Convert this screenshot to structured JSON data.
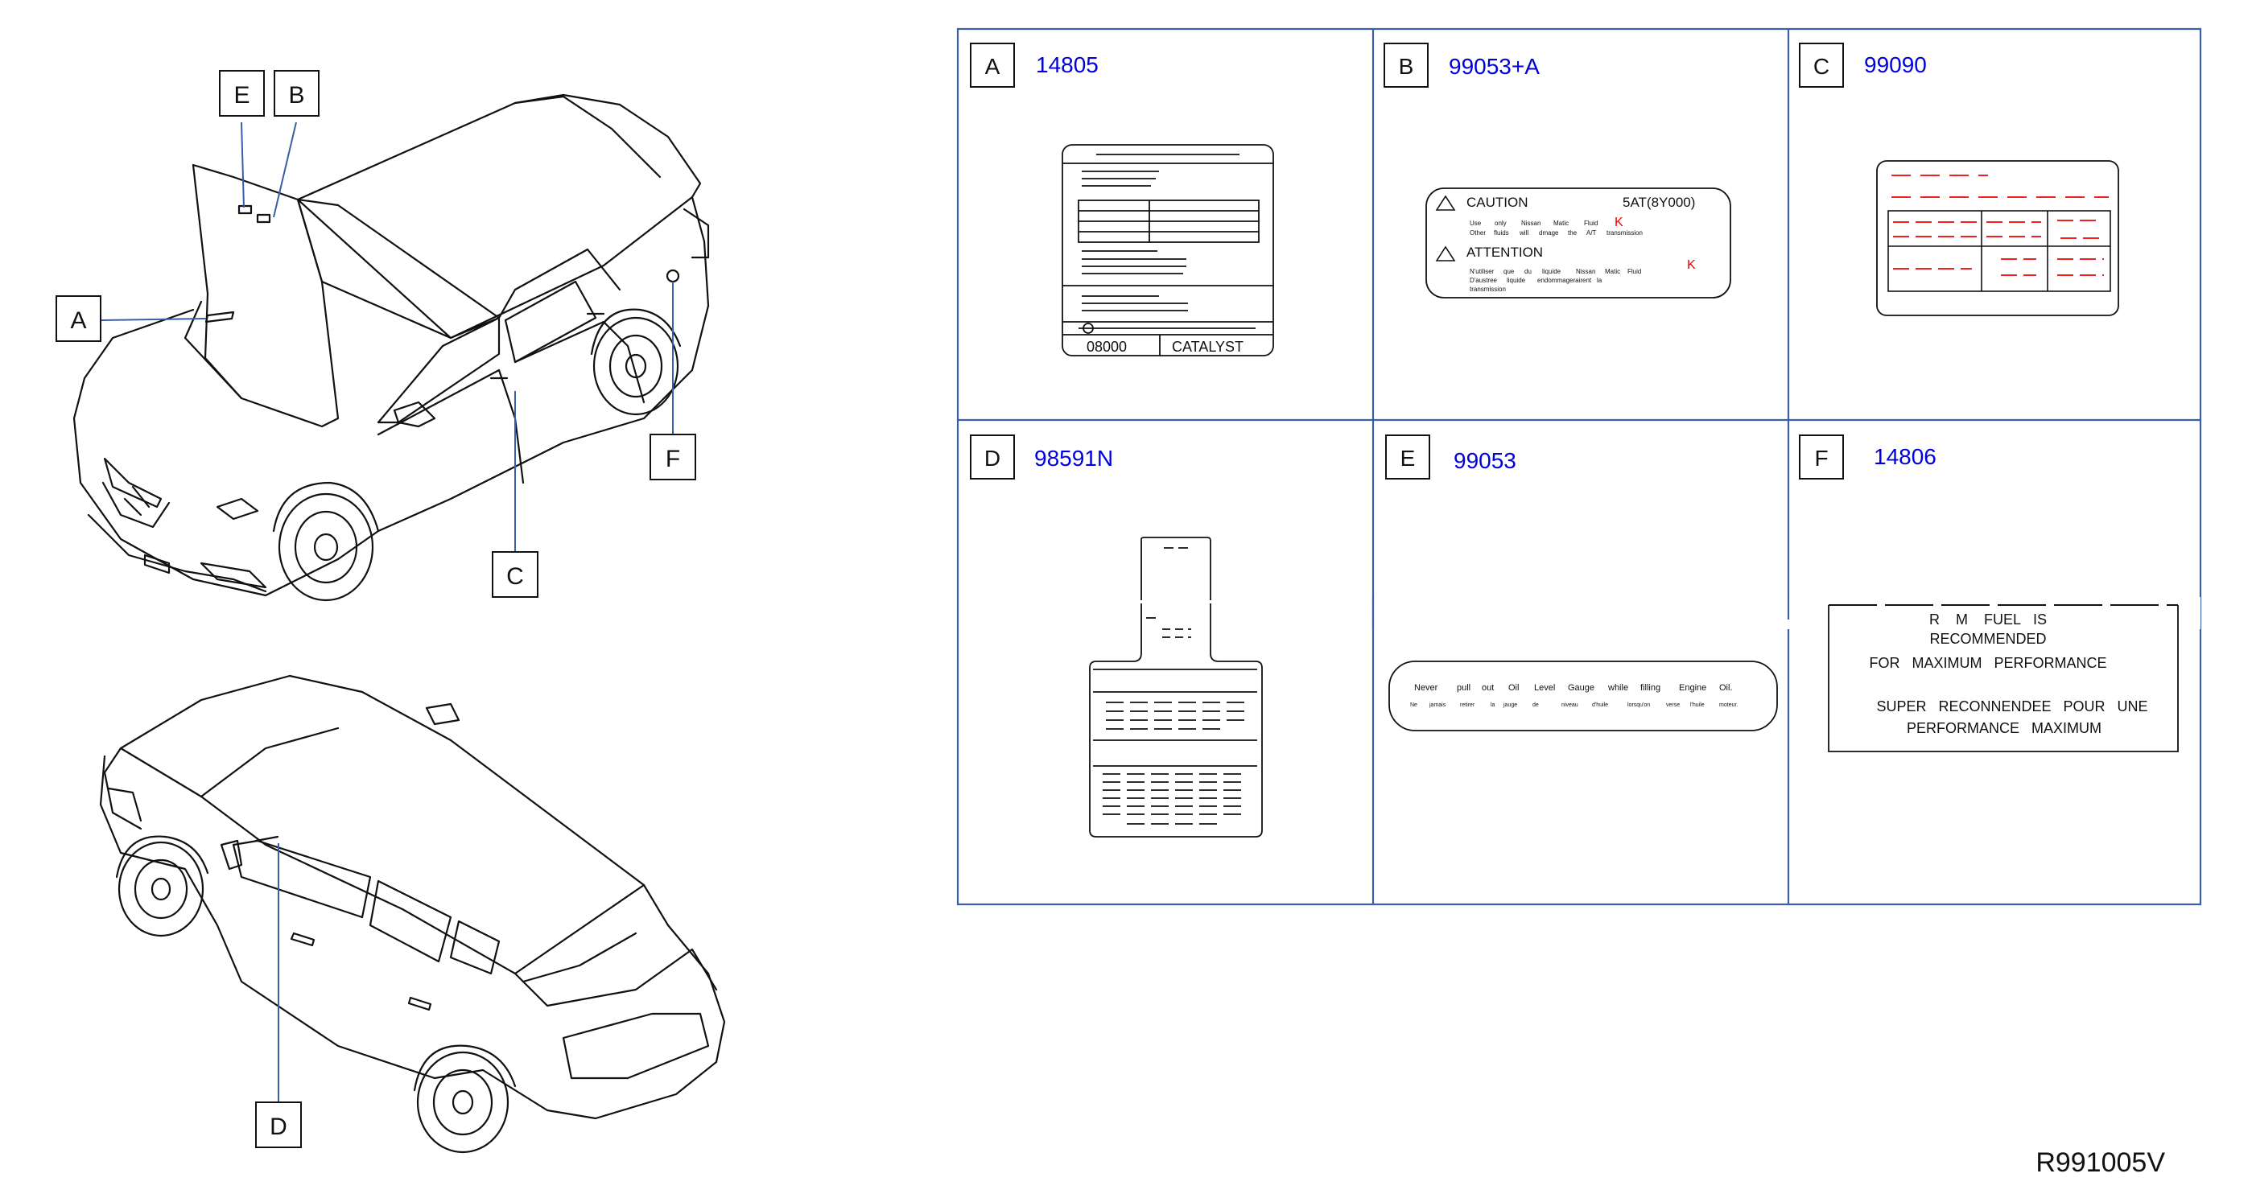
{
  "callouts": {
    "a": "A",
    "b": "B",
    "c": "C",
    "d": "D",
    "e": "E",
    "f": "F"
  },
  "panels": [
    {
      "letter": "A",
      "part_no": "14805"
    },
    {
      "letter": "B",
      "part_no": "99053+A"
    },
    {
      "letter": "C",
      "part_no": "99090"
    },
    {
      "letter": "D",
      "part_no": "98591N"
    },
    {
      "letter": "E",
      "part_no": "99053"
    },
    {
      "letter": "F",
      "part_no": "14806"
    }
  ],
  "label_a": {
    "code": "08000",
    "catalyst": "CATALYST"
  },
  "label_b": {
    "caution": "CAUTION",
    "model": "5AT(8Y000)",
    "en_line1": [
      "Use",
      "only",
      "Nissan",
      "Matic",
      "Fluid",
      "K"
    ],
    "en_line2": [
      "Other",
      "fluids",
      "will",
      "dmage",
      "the",
      "A/T",
      "transmission"
    ],
    "attention": "ATTENTION",
    "fr_line1": [
      "N'utiliser",
      "que",
      "du",
      "liquide",
      "Nissan",
      "Matic",
      "Fluid",
      "K"
    ],
    "fr_line2": [
      "D'austree",
      "liquide",
      "endommagerairent",
      "la"
    ],
    "fr_line3": "transmission"
  },
  "label_e": {
    "line1": [
      "Never",
      "pull",
      "out",
      "Oil",
      "Level",
      "Gauge",
      "while",
      "filling",
      "Engine",
      "Oil."
    ],
    "line2": [
      "Ne",
      "jamais",
      "retirer",
      "la",
      "jauge",
      "de",
      "niveau",
      "d'huile",
      "lorsqu'on",
      "verse",
      "l'huile",
      "moteur."
    ]
  },
  "label_f": {
    "line1": "R    M    FUEL   IS",
    "line2": "RECOMMENDED",
    "line3": "FOR   MAXIMUM   PERFORMANCE",
    "line4": "SUPER   RECONNENDEE   POUR   UNE",
    "line5": "PERFORMANCE   MAXIMUM"
  },
  "drawing_no": "R991005V",
  "colors": {
    "part_no": "#0000dd",
    "frame": "#3a5ea8",
    "red": "#ee0000",
    "ink": "#111111"
  }
}
